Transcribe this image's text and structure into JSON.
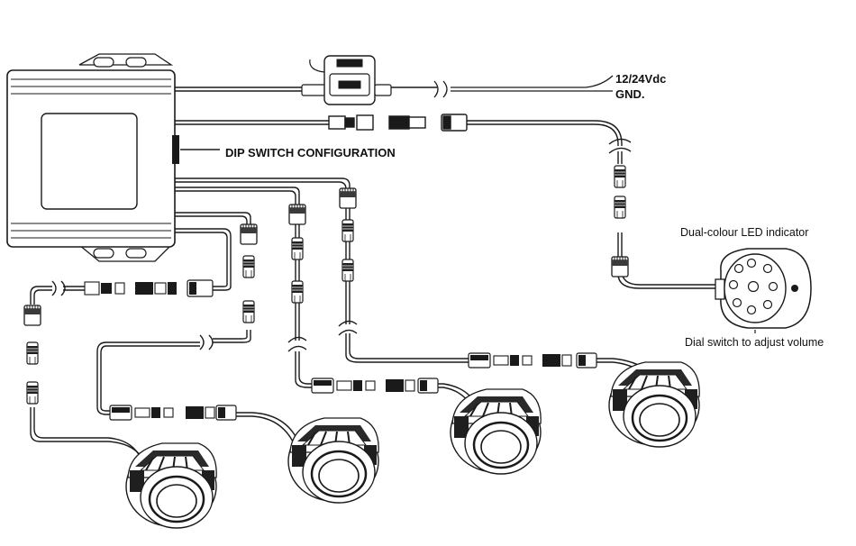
{
  "labels": {
    "power": "12/24Vdc",
    "ground": "GND.",
    "dip_switch": "DIP SWITCH CONFIGURATION",
    "led_indicator": "Dual-colour LED indicator",
    "dial_switch": "Dial switch to adjust volume"
  },
  "colors": {
    "line": "#1a1a1a",
    "fill": "#ffffff",
    "dark": "#1a1a1a"
  },
  "components": {
    "control_unit": "control-box",
    "fuse": "inline-fuse-holder",
    "indicator": "speaker-led-indicator",
    "sensor_count": 4
  }
}
